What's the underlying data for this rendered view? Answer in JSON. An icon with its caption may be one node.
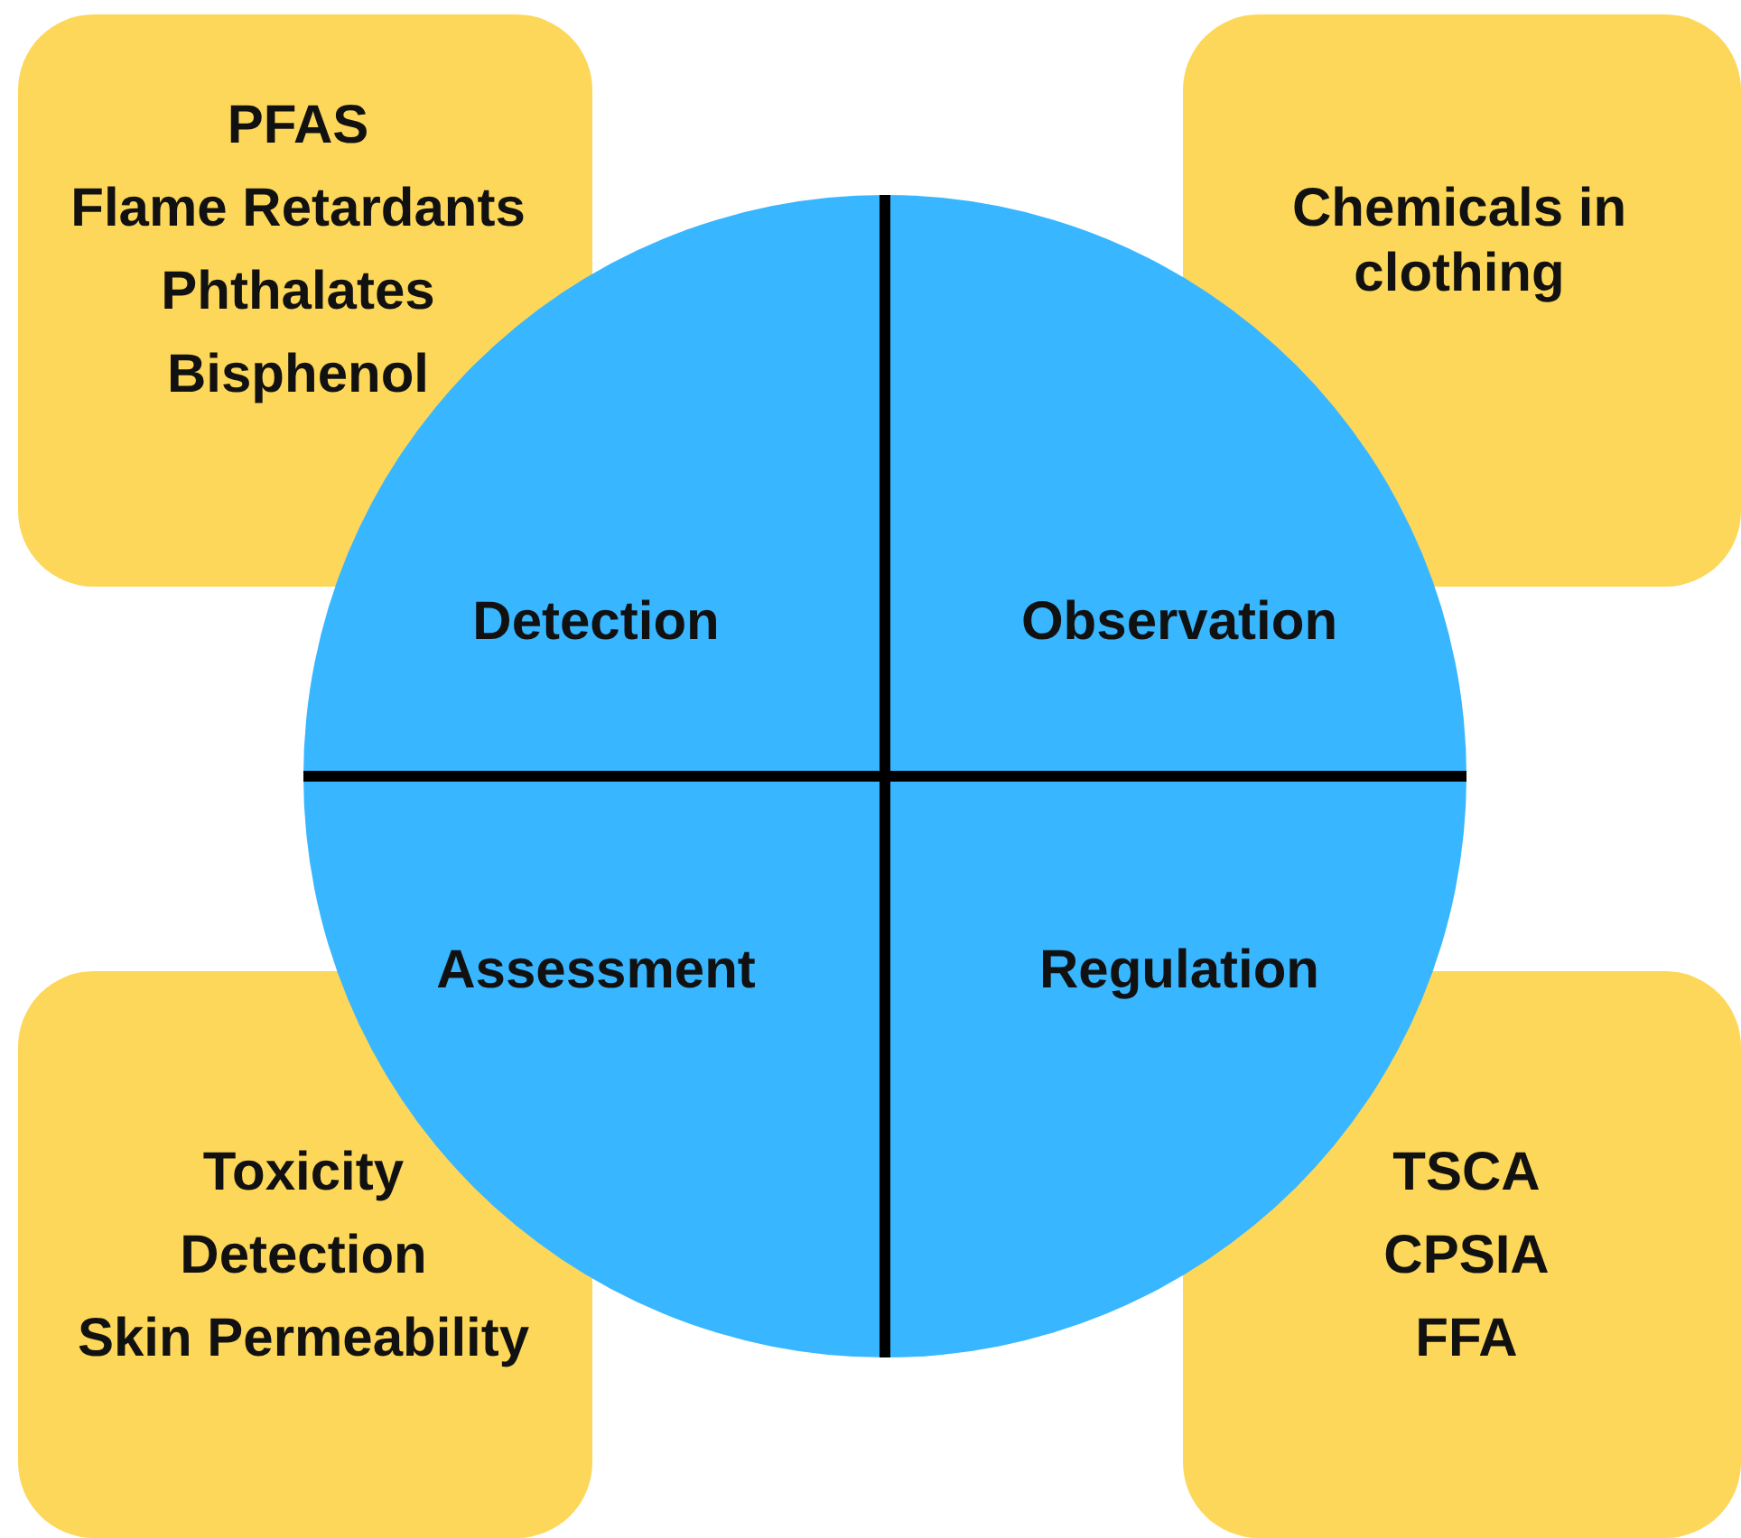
{
  "diagram": {
    "nodes": [
      {
        "text": [
          "PFAS",
          "Flame Retardants",
          "Phthalates",
          "Bisphenol"
        ]
      },
      {
        "text": [
          "Chemicals in clothing"
        ]
      },
      {
        "text": [
          "Detection"
        ]
      },
      {
        "text": [
          "Observation"
        ]
      },
      {
        "text": [
          "Assessment"
        ]
      },
      {
        "text": [
          "Regulation"
        ]
      },
      {
        "text": [
          "Toxicity",
          "Detection",
          "Skin Permeability"
        ]
      },
      {
        "text": [
          "TSCA",
          "CPSIA",
          "FFA"
        ]
      }
    ],
    "edges": []
  }
}
